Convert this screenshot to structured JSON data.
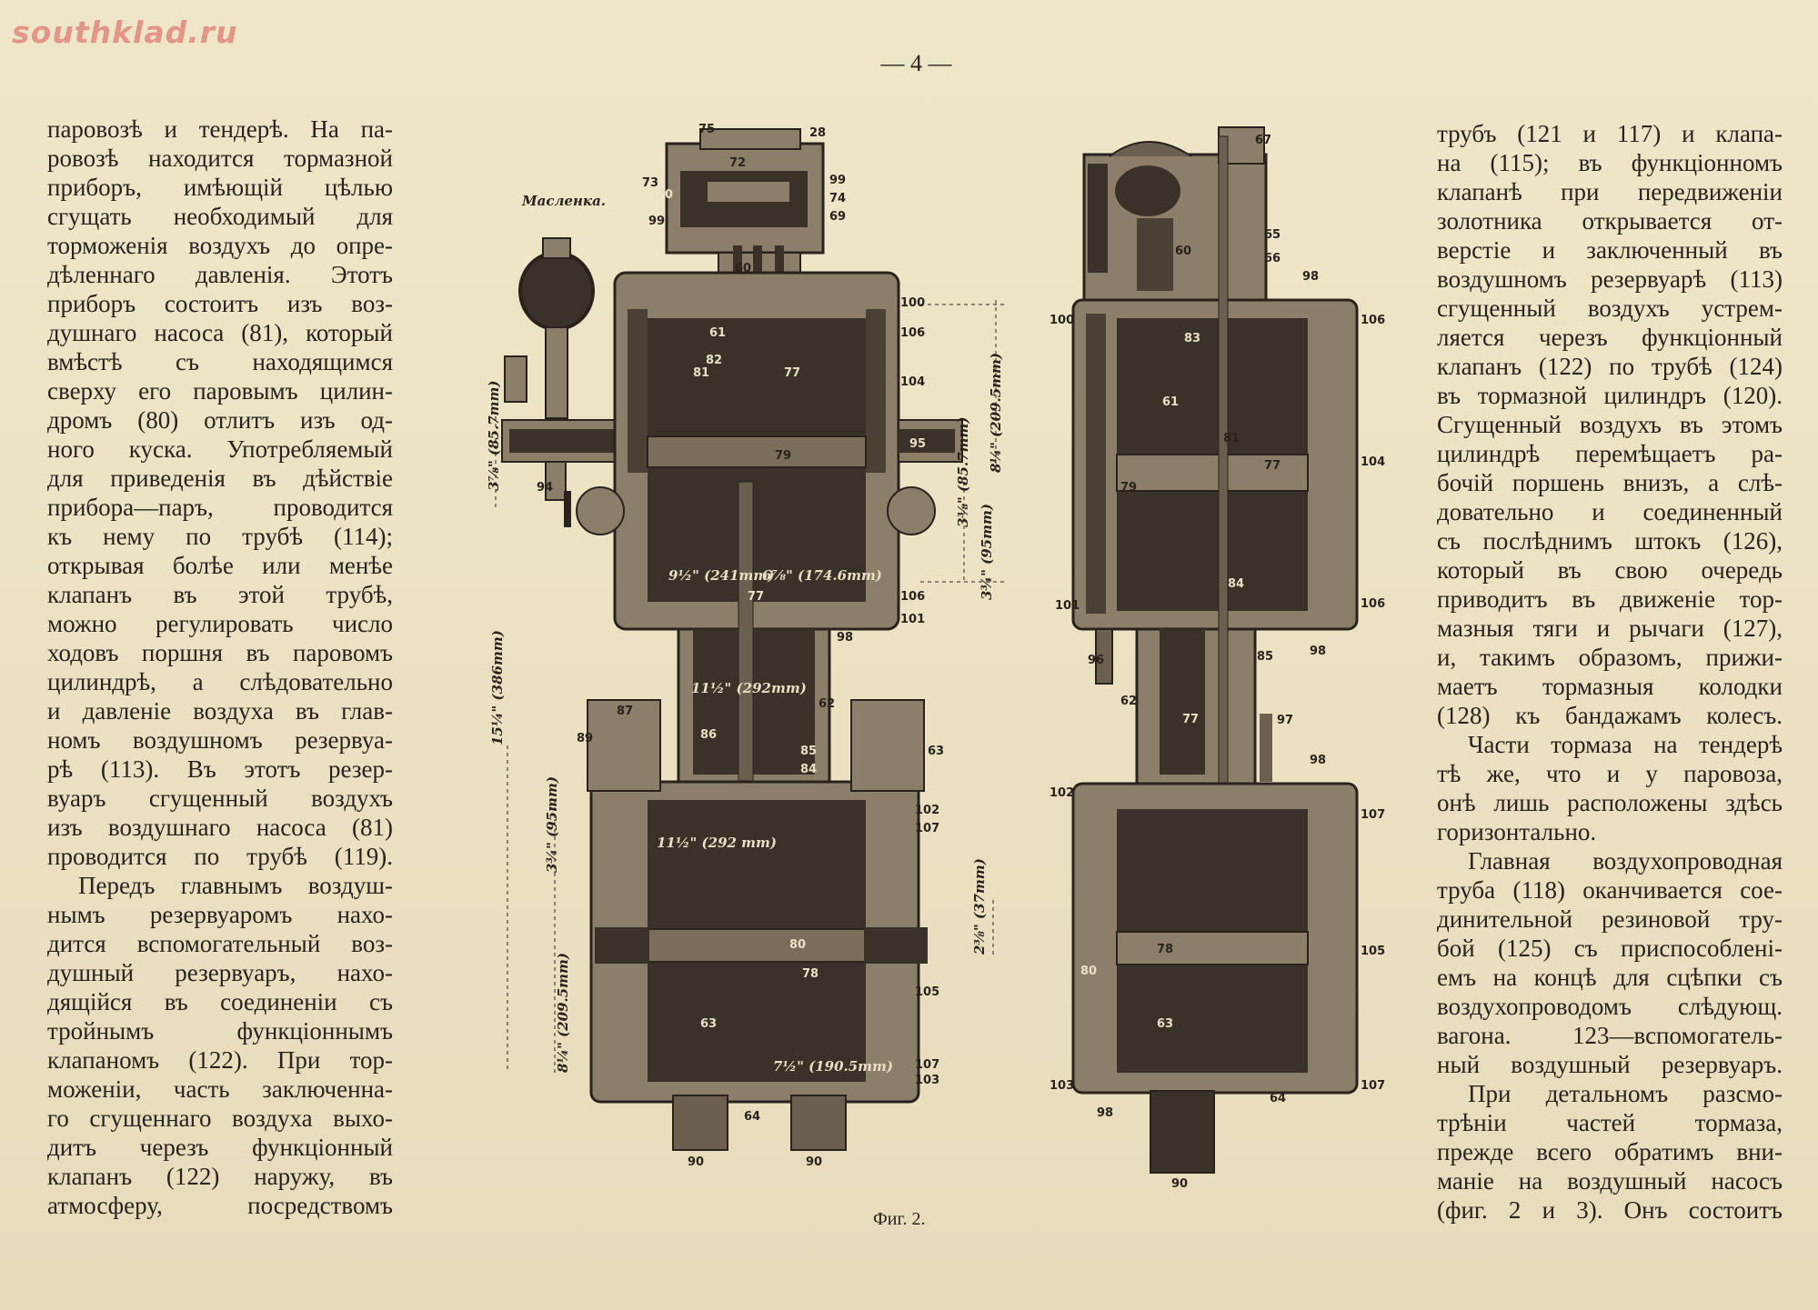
{
  "watermark": "southklad.ru",
  "page_number": "— 4 —",
  "left_column": [
    {
      "t": "паровозѣ и тендерѣ. На па-"
    },
    {
      "t": "ровозѣ находится тормазной"
    },
    {
      "t": "приборъ, имѣющій цѣлью"
    },
    {
      "t": "сгущать необходимый для"
    },
    {
      "t": "торможенія воздухъ до опре-"
    },
    {
      "t": "дѣленнаго давленія. Этотъ"
    },
    {
      "t": "приборъ состоитъ изъ воз-"
    },
    {
      "t": "душнаго насоса (81), который"
    },
    {
      "t": "вмѣстѣ съ находящимся"
    },
    {
      "t": "сверху его паровымъ цилин-"
    },
    {
      "t": "дромъ (80) отлитъ изъ од-"
    },
    {
      "t": "ного куска. Употребляемый"
    },
    {
      "t": "для приведенія въ дѣйствіе"
    },
    {
      "t": "прибора—паръ, проводится"
    },
    {
      "t": "къ нему по трубѣ (114);"
    },
    {
      "t": "открывая болѣе или менѣе"
    },
    {
      "t": "клапанъ въ этой трубѣ,"
    },
    {
      "t": "можно регулировать число"
    },
    {
      "t": "ходовъ поршня въ паровомъ"
    },
    {
      "t": "цилиндрѣ, а слѣдовательно"
    },
    {
      "t": "и давленіе воздуха въ глав-"
    },
    {
      "t": "номъ воздушномъ резервуа-"
    },
    {
      "t": "рѣ (113). Въ этотъ резер-"
    },
    {
      "t": "вуаръ сгущенный воздухъ"
    },
    {
      "t": "изъ воздушнаго насоса (81)"
    },
    {
      "t": "проводится по трубѣ (119)."
    },
    {
      "t": "Передъ главнымъ воздуш-",
      "indent": true
    },
    {
      "t": "нымъ резервуаромъ нахо-"
    },
    {
      "t": "дится вспомогательный воз-"
    },
    {
      "t": "душный резервуаръ, нахо-"
    },
    {
      "t": "дящійся въ соединеніи съ"
    },
    {
      "t": "тройнымъ функціоннымъ"
    },
    {
      "t": "клапаномъ (122). При тор-"
    },
    {
      "t": "моженіи, часть заключенна-"
    },
    {
      "t": "го сгущеннаго воздуха выхо-"
    },
    {
      "t": "дитъ черезъ функціонный"
    },
    {
      "t": "клапанъ (122) наружу, въ"
    },
    {
      "t": "атмосферу, посредствомъ"
    }
  ],
  "right_column": [
    {
      "t": "трубъ (121 и 117) и клапа-"
    },
    {
      "t": "на (115); въ функціонномъ"
    },
    {
      "t": "клапанѣ при передвиженіи"
    },
    {
      "t": "золотника открывается от-"
    },
    {
      "t": "верстіе и заключенный въ"
    },
    {
      "t": "воздушномъ резервуарѣ (113)"
    },
    {
      "t": "сгущенный воздухъ устрем-"
    },
    {
      "t": "ляется черезъ функціонный"
    },
    {
      "t": "клапанъ (122) по трубѣ (124)"
    },
    {
      "t": "въ тормазной цилиндръ (120)."
    },
    {
      "t": "Сгущенный воздухъ въ этомъ"
    },
    {
      "t": "цилиндрѣ перемѣщаетъ ра-"
    },
    {
      "t": "бочій поршень внизъ, а слѣ-"
    },
    {
      "t": "довательно и соединенный"
    },
    {
      "t": "съ послѣднимъ штокъ (126),"
    },
    {
      "t": "который въ свою очередь"
    },
    {
      "t": "приводитъ въ движеніе тор-"
    },
    {
      "t": "мазныя тяги и рычаги (127),"
    },
    {
      "t": "и, такимъ образомъ, прижи-"
    },
    {
      "t": "маетъ тормазныя колодки"
    },
    {
      "t": "(128) къ бандажамъ колесъ."
    },
    {
      "t": "Части тормаза на тендерѣ",
      "indent": true
    },
    {
      "t": "тѣ же, что и у паровоза,"
    },
    {
      "t": "онѣ лишь расположены здѣсь"
    },
    {
      "t": "горизонтально.",
      "last": true
    },
    {
      "t": "Главная воздухопроводная",
      "indent": true
    },
    {
      "t": "труба (118) оканчивается сое-"
    },
    {
      "t": "динительной резиновой тру-"
    },
    {
      "t": "бой (125) съ приспособлені-"
    },
    {
      "t": "емъ на концѣ для сцѣпки съ"
    },
    {
      "t": "воздухопроводомъ слѣдующ."
    },
    {
      "t": "вагона. 123—вспомогатель-"
    },
    {
      "t": "ный воздушный резервуаръ."
    },
    {
      "t": "При детальномъ разсмо-",
      "indent": true
    },
    {
      "t": "трѣніи частей тормаза,"
    },
    {
      "t": "прежде всего обратимъ вни-"
    },
    {
      "t": "маніе на воздушный насосъ"
    },
    {
      "t": "(фиг. 2 и 3). Онъ состоитъ"
    }
  ],
  "figure": {
    "caption": "Фиг. 2.",
    "oiler_label": "Масленка.",
    "labels": [
      "75",
      "28",
      "72",
      "73",
      "99",
      "74",
      "69",
      "70",
      "99",
      "60",
      "100",
      "106",
      "104",
      "61",
      "82",
      "81",
      "77",
      "79",
      "95",
      "94",
      "98",
      "101",
      "106",
      "77",
      "62",
      "86",
      "85",
      "84",
      "87",
      "89",
      "63",
      "102",
      "107",
      "80",
      "78",
      "63",
      "105",
      "107",
      "103",
      "90",
      "90",
      "64",
      "67",
      "65",
      "66",
      "98",
      "60",
      "100",
      "106",
      "83",
      "61",
      "81",
      "77",
      "79",
      "104",
      "101",
      "106",
      "98",
      "96",
      "85",
      "84",
      "62",
      "77",
      "98",
      "97",
      "102",
      "107",
      "78",
      "80",
      "63",
      "105",
      "103",
      "107",
      "98",
      "64",
      "90"
    ],
    "dimensions": [
      "3⅞\" (85.7mm)",
      "8¼\" (209.5mm)",
      "3⅜\" (85.7mm)",
      "3¾\" (95mm)",
      "9½\" (241mm)",
      "6⅞\" (174.6mm)",
      "11½\" (292mm)",
      "15¼\" (386mm)",
      "3¾\" (95mm)",
      "11½\" (292 mm)",
      "2⅜\" (37mm)",
      "8¼\" (209.5mm)",
      "7½\" (190.5mm)"
    ]
  },
  "colors": {
    "paper": "#ece3c6",
    "ink": "#2a231d",
    "watermark": "#e2877c"
  }
}
